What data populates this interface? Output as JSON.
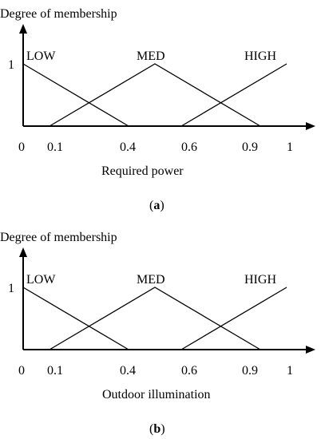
{
  "chart_data": [
    {
      "type": "line",
      "ylabel": "Degree of membership",
      "xlabel": "Required power",
      "caption_label": "a",
      "y_tick_label": "1",
      "x_tick_labels": [
        "0",
        "0.1",
        "0.4",
        "0.6",
        "0.9",
        "1"
      ],
      "xlim": [
        0,
        1
      ],
      "ylim": [
        0,
        1
      ],
      "series": [
        {
          "name": "LOW",
          "points": [
            [
              0,
              1
            ],
            [
              0.4,
              0
            ]
          ]
        },
        {
          "name": "MED",
          "points": [
            [
              0.1,
              0
            ],
            [
              0.5,
              1
            ],
            [
              0.9,
              0
            ]
          ]
        },
        {
          "name": "HIGH",
          "points": [
            [
              0.6,
              0
            ],
            [
              1,
              1
            ]
          ]
        }
      ]
    },
    {
      "type": "line",
      "ylabel": "Degree of membership",
      "xlabel": "Outdoor illumination",
      "caption_label": "b",
      "y_tick_label": "1",
      "x_tick_labels": [
        "0",
        "0.1",
        "0.4",
        "0.6",
        "0.9",
        "1"
      ],
      "xlim": [
        0,
        1
      ],
      "ylim": [
        0,
        1
      ],
      "series": [
        {
          "name": "LOW",
          "points": [
            [
              0,
              1
            ],
            [
              0.4,
              0
            ]
          ]
        },
        {
          "name": "MED",
          "points": [
            [
              0.1,
              0
            ],
            [
              0.5,
              1
            ],
            [
              0.9,
              0
            ]
          ]
        },
        {
          "name": "HIGH",
          "points": [
            [
              0.6,
              0
            ],
            [
              1,
              1
            ]
          ]
        }
      ]
    }
  ]
}
